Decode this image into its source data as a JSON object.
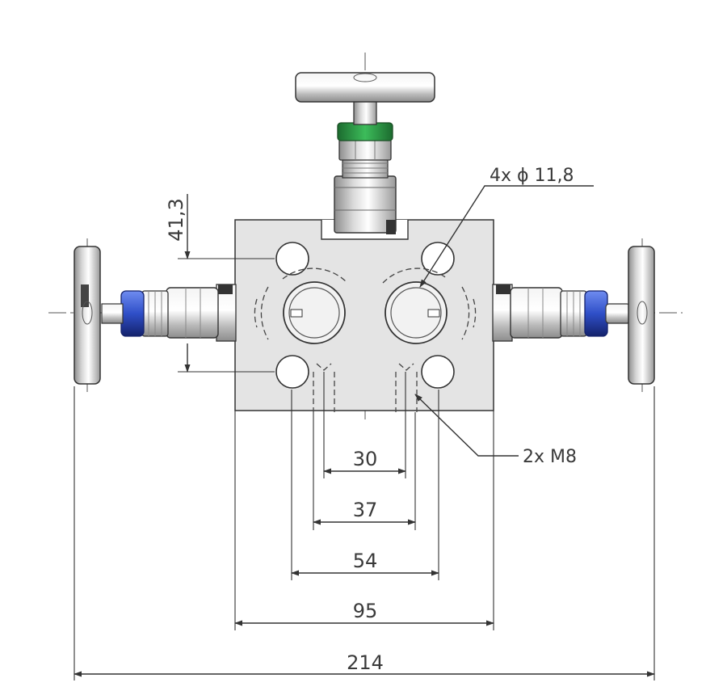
{
  "dimensions": {
    "height_413": "41,3",
    "width_30": "30",
    "width_37": "37",
    "width_54": "54",
    "width_95": "95",
    "width_214": "214"
  },
  "callouts": {
    "holes": "4x  ϕ  11,8",
    "threads": "2x M8"
  },
  "colors": {
    "body": "#e4e4e4",
    "green_gland": "#2e9a46",
    "blue_gland": "#2f4fc8",
    "steel": "#cfcfcf",
    "line": "#333333"
  },
  "icons": {
    "top_handle": "t-bar-handle-icon",
    "left_handle": "t-bar-handle-icon",
    "right_handle": "t-bar-handle-icon"
  }
}
